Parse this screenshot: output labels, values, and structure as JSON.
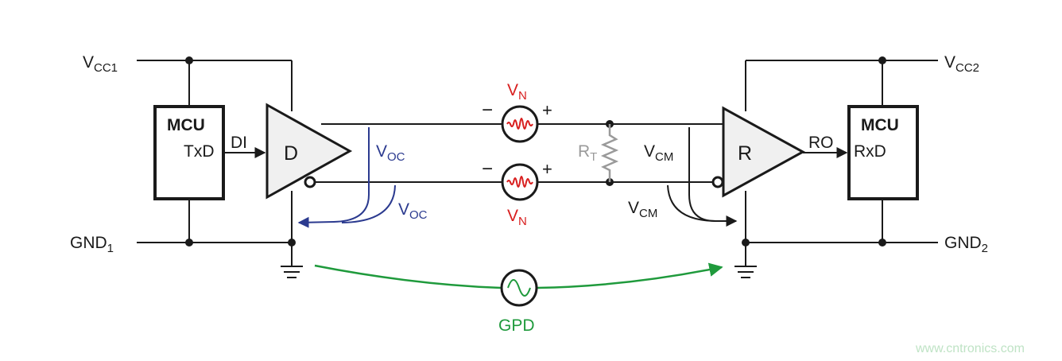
{
  "colors": {
    "line": "#1a1a1a",
    "noise": "#d81e1e",
    "voc": "#2b3a8f",
    "rt": "#9a9a9a",
    "gpd": "#1f9a3c",
    "watermark": "#bfe3c5",
    "triangle_fill": "#f0f0f0"
  },
  "left": {
    "vcc": {
      "base": "V",
      "sub": "CC1"
    },
    "gnd": {
      "base": "GND",
      "sub": "1"
    },
    "mcu": {
      "title": "MCU",
      "pin": "TxD"
    },
    "di": "DI",
    "driver": "D"
  },
  "right": {
    "vcc": {
      "base": "V",
      "sub": "CC2"
    },
    "gnd": {
      "base": "GND",
      "sub": "2"
    },
    "mcu": {
      "title": "MCU",
      "pin": "RxD"
    },
    "ro": "RO",
    "receiver": "R"
  },
  "bus": {
    "noise_top": {
      "base": "V",
      "sub": "N",
      "minus": "−",
      "plus": "+"
    },
    "noise_bottom": {
      "base": "V",
      "sub": "N",
      "minus": "−",
      "plus": "+"
    },
    "rt": {
      "base": "R",
      "sub": "T"
    },
    "voc_top": {
      "base": "V",
      "sub": "OC"
    },
    "voc_bottom": {
      "base": "V",
      "sub": "OC"
    },
    "vcm_top": {
      "base": "V",
      "sub": "CM"
    },
    "vcm_bottom": {
      "base": "V",
      "sub": "CM"
    }
  },
  "gpd": {
    "label": "GPD"
  },
  "icons": {
    "noise_source": "noise-source-icon",
    "gpd_source": "sine-source-icon",
    "ground": "ground-icon",
    "resistor": "resistor-icon"
  },
  "watermark": "www.cntronics.com"
}
